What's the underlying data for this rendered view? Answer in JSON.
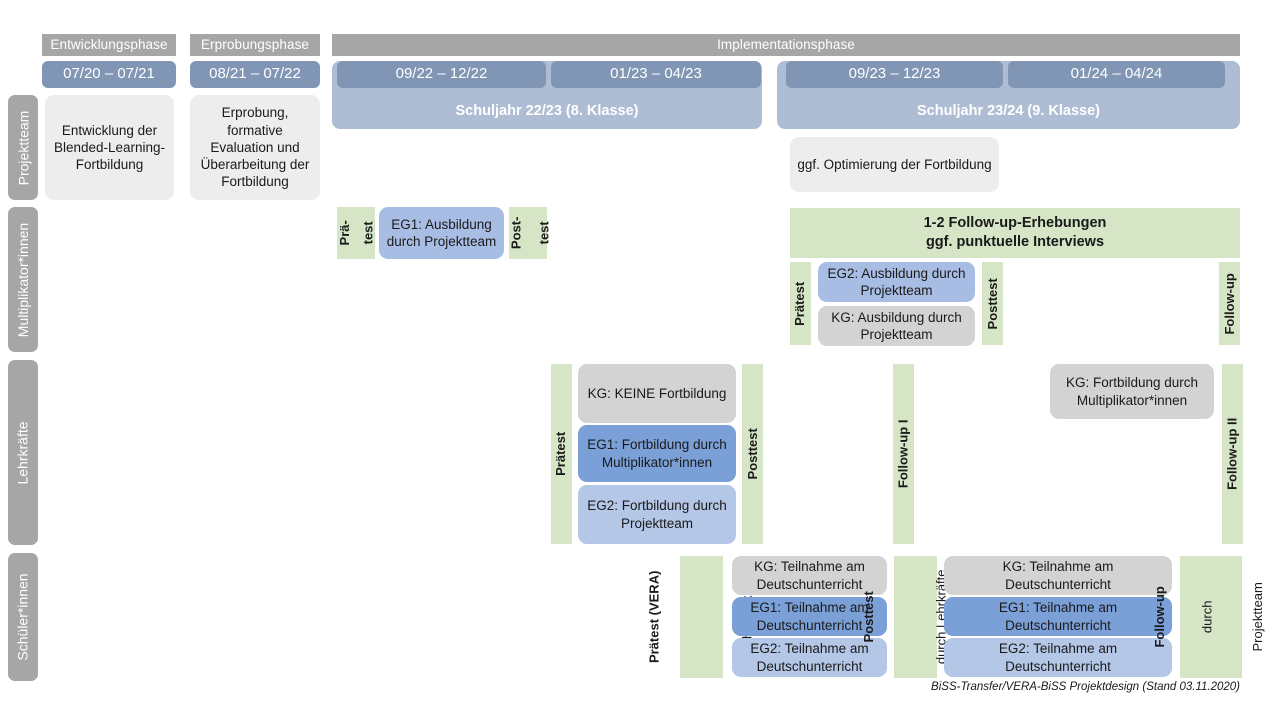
{
  "figure": {
    "footer_note": "BiSS-Transfer/VERA-BiSS Projektdesign (Stand 03.11.2020)"
  },
  "colors": {
    "phase_bar": "#a6a6a6",
    "period_chip": "#8096b4",
    "school_year": "#aebcd4",
    "role_label": "#a6a6a6",
    "box_grey_light": "#ededed",
    "box_grey": "#d3d3d3",
    "box_blue_mid": "#a8bde3",
    "box_blue_dark": "#7ba0d8",
    "box_blue_light": "#b4c7e7",
    "green": "#d5e5c6"
  },
  "phases": [
    {
      "label": "Entwicklungsphase"
    },
    {
      "label": "Erprobungsphase"
    },
    {
      "label": "Implementationsphase"
    }
  ],
  "periods": [
    {
      "label": "07/20 – 07/21"
    },
    {
      "label": "08/21 – 07/22"
    },
    {
      "label": "09/22 – 12/22"
    },
    {
      "label": "01/23 – 04/23"
    },
    {
      "label": "09/23 – 12/23"
    },
    {
      "label": "01/24 – 04/24"
    }
  ],
  "school_years": [
    {
      "label": "Schuljahr 22/23 (8. Klasse)"
    },
    {
      "label": "Schuljahr 23/24 (9. Klasse)"
    }
  ],
  "roles": [
    {
      "label": "Projektteam"
    },
    {
      "label": "Multiplikator*innen"
    },
    {
      "label": "Lehrkräfte"
    },
    {
      "label": "Schüler*innen"
    }
  ],
  "projektteam": {
    "entwicklung": "Entwicklung der Blended-Learning-Fortbildung",
    "erprobung": "Erprobung, formative Evaluation und Überarbeitung der Fortbildung",
    "optimierung": "ggf. Optimierung der Fortbildung"
  },
  "multiplikatoren": {
    "praetest_line1": "Prä-",
    "praetest_line2": "test",
    "eg1": "EG1: Ausbildung durch Projektteam",
    "posttest_line1": "Post-",
    "posttest_line2": "test",
    "follow_up_banner": "1-2 Follow-up-Erhebungen\nggf. punktuelle Interviews",
    "follow_up_banner_line1": "1-2 Follow-up-Erhebungen",
    "follow_up_banner_line2": "ggf. punktuelle Interviews",
    "praetest2": "Prätest",
    "eg2": "EG2: Ausbildung durch Projektteam",
    "kg": "KG: Ausbildung durch Projektteam",
    "posttest2": "Posttest",
    "follow_up": "Follow-up"
  },
  "lehrkraefte": {
    "praetest": "Prätest",
    "kg": "KG: KEINE Fortbildung",
    "eg1": "EG1: Fortbildung durch Multiplikator*innen",
    "eg2": "EG2: Fortbildung durch Projektteam",
    "posttest": "Posttest",
    "follow_up_1": "Follow-up I",
    "kg_right": "KG: Fortbildung durch Multiplikator*innen",
    "follow_up_2": "Follow-up II"
  },
  "schueler": {
    "praetest_main": "Prätest (VERA)",
    "praetest_sub": "durch Lehrkräfte",
    "kg_left": "KG: Teilnahme am Deutschunterricht",
    "eg1_left": "EG1: Teilnahme am Deutschunterricht",
    "eg2_left": "EG2: Teilnahme am Deutschunterricht",
    "posttest_main": "Posttest",
    "posttest_sub": "durch Lehrkräfte",
    "kg_right": "KG: Teilnahme am Deutschunterricht",
    "eg1_right": "EG1: Teilnahme am Deutschunterricht",
    "eg2_right": "EG2: Teilnahme am Deutschunterricht",
    "followup_main": "Follow-up",
    "followup_sub1": "durch",
    "followup_sub2": "Projektteam"
  }
}
